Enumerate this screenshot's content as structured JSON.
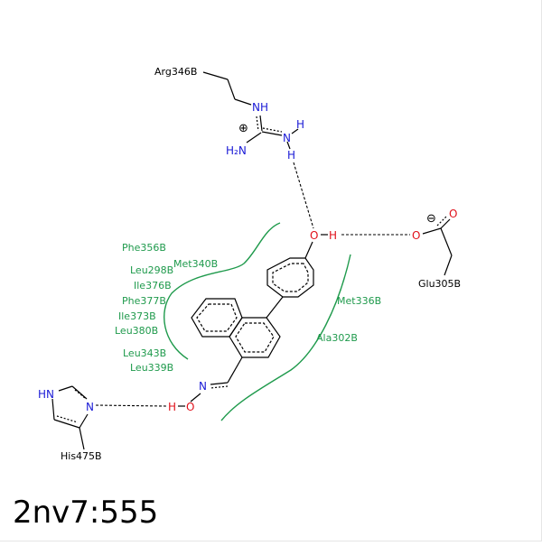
{
  "title": "2nv7:555",
  "residues": {
    "arg": "Arg346B",
    "glu": "Glu305B",
    "his": "His475B"
  },
  "hydrophobic": {
    "phe356": "Phe356B",
    "met340": "Met340B",
    "leu298": "Leu298B",
    "ile376": "Ile376B",
    "phe377": "Phe377B",
    "ile373": "Ile373B",
    "leu380": "Leu380B",
    "leu343": "Leu343B",
    "leu339": "Leu339B",
    "met336": "Met336B",
    "ala302": "Ala302B"
  },
  "atoms": {
    "nh": "NH",
    "n": "N",
    "h": "H",
    "h2n": "H₂N",
    "o": "O",
    "hn": "HN",
    "charge_plus": "⊕",
    "charge_minus": "⊖"
  },
  "colors": {
    "hydrophobic_arc": "#1f9a4c",
    "nitrogen": "#1a1ad6",
    "oxygen": "#e0101a"
  }
}
